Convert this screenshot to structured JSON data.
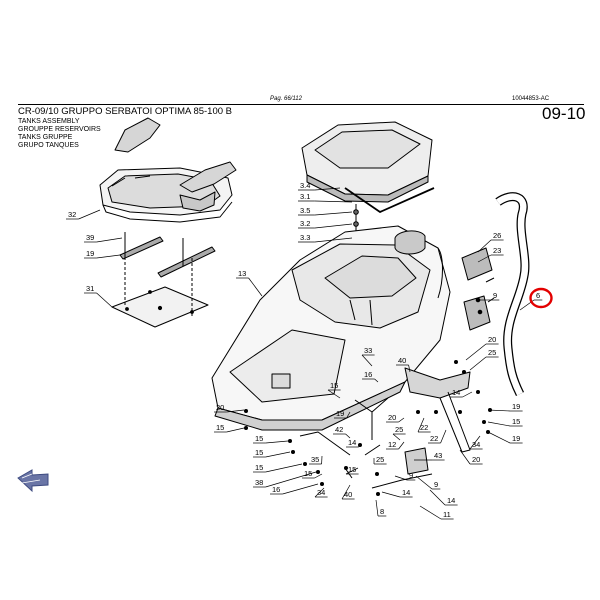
{
  "header": {
    "page_number": "Pag. 66/112",
    "doc_code": "10044853-AC",
    "title": "CR-09/10 GRUPPO SERBATOI OPTIMA 85-100 B",
    "subtitles": [
      "TANKS ASSEMBLY",
      "GROUPPE RESERVOIRS",
      "TANKS GRUPPE",
      "GRUPO TANQUES"
    ],
    "section_number": "09-10"
  },
  "callouts": [
    "32",
    "39",
    "19",
    "31",
    "13",
    "3.4",
    "3.1",
    "3.5",
    "3.2",
    "3.3",
    "26",
    "23",
    "9",
    "6",
    "20",
    "25",
    "33",
    "40",
    "16",
    "15",
    "20",
    "15",
    "19",
    "20",
    "22",
    "12",
    "25",
    "14",
    "19",
    "15",
    "15",
    "15",
    "15",
    "38",
    "35",
    "42",
    "14",
    "15",
    "25",
    "43",
    "9",
    "15",
    "22",
    "20",
    "34",
    "19",
    "16",
    "34",
    "40",
    "14",
    "9",
    "8",
    "11",
    "14"
  ],
  "highlight_callout": "6",
  "nav": {
    "arrow_icon": "navigation-arrow-icon"
  }
}
